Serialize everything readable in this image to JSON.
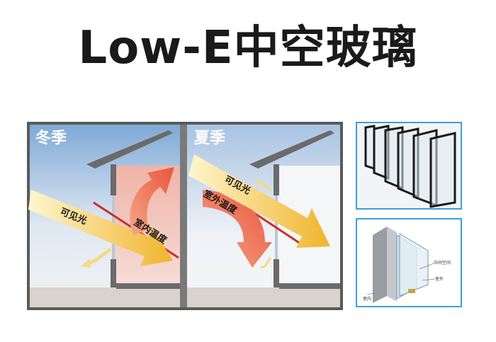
{
  "title": "Low-E中空玻璃",
  "winter": {
    "season_label": "冬季",
    "visible_light_label": "可见光",
    "indoor_temp_label": "室内温度"
  },
  "summer": {
    "season_label": "夏季",
    "visible_light_label": "可见光",
    "outdoor_temp_label": "室外温度"
  },
  "cross_section": {
    "gap_label": "中间空间",
    "indoor_label": "室内",
    "outdoor_label": "室外"
  },
  "colors": {
    "sky_blue": "#8fb6dd",
    "warm_pink": "#f3c9c0",
    "arrow_yellow": "#f2c24a",
    "arrow_orange": "#ef7a55",
    "ray_red": "#c9302c",
    "panel_border": "#3aa0d8"
  }
}
